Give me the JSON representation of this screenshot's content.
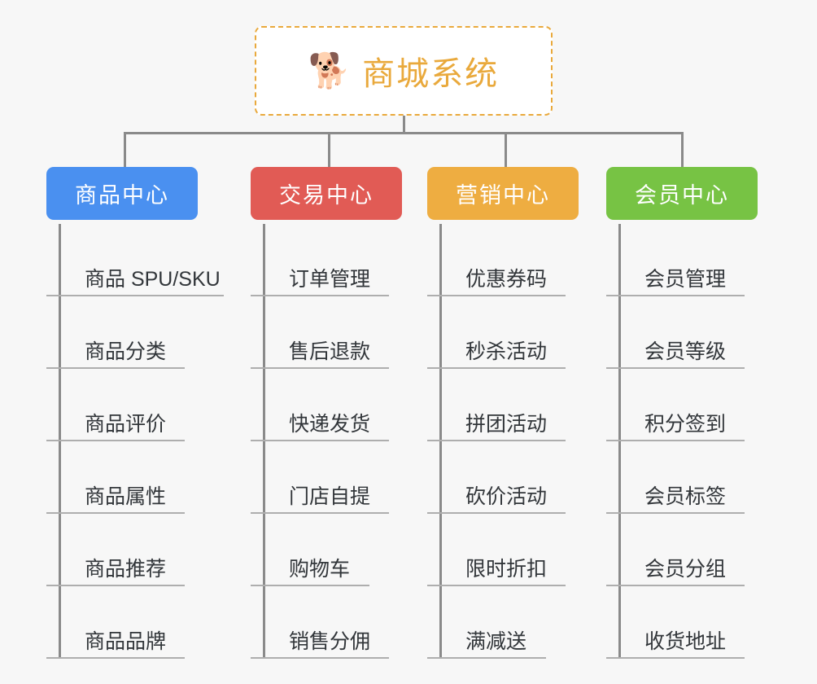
{
  "page": {
    "background": "#f7f7f7",
    "line_color": "#8a8a8a",
    "leaf_rule_color": "#aeaeae",
    "leaf_text_color": "#32363a"
  },
  "root": {
    "icon": "shiba-dog-face-emoji",
    "emoji": "🐕",
    "title": "商城系统",
    "accent": "#e9a93c",
    "border_style": "dashed",
    "background": "#ffffff"
  },
  "branches": [
    {
      "id": "product-center",
      "title": "商品中心",
      "color": "#4a90f0",
      "items": [
        {
          "label": "商品 SPU/SKU"
        },
        {
          "label": "商品分类"
        },
        {
          "label": "商品评价"
        },
        {
          "label": "商品属性"
        },
        {
          "label": "商品推荐"
        },
        {
          "label": "商品品牌"
        }
      ]
    },
    {
      "id": "trade-center",
      "title": "交易中心",
      "color": "#e15b55",
      "items": [
        {
          "label": "订单管理"
        },
        {
          "label": "售后退款"
        },
        {
          "label": "快递发货"
        },
        {
          "label": "门店自提"
        },
        {
          "label": "购物车"
        },
        {
          "label": "销售分佣"
        }
      ]
    },
    {
      "id": "marketing-center",
      "title": "营销中心",
      "color": "#eead41",
      "items": [
        {
          "label": "优惠券码"
        },
        {
          "label": "秒杀活动"
        },
        {
          "label": "拼团活动"
        },
        {
          "label": "砍价活动"
        },
        {
          "label": "限时折扣"
        },
        {
          "label": "满减送"
        }
      ]
    },
    {
      "id": "member-center",
      "title": "会员中心",
      "color": "#77c344",
      "items": [
        {
          "label": "会员管理"
        },
        {
          "label": "会员等级"
        },
        {
          "label": "积分签到"
        },
        {
          "label": "会员标签"
        },
        {
          "label": "会员分组"
        },
        {
          "label": "收货地址"
        }
      ]
    }
  ]
}
